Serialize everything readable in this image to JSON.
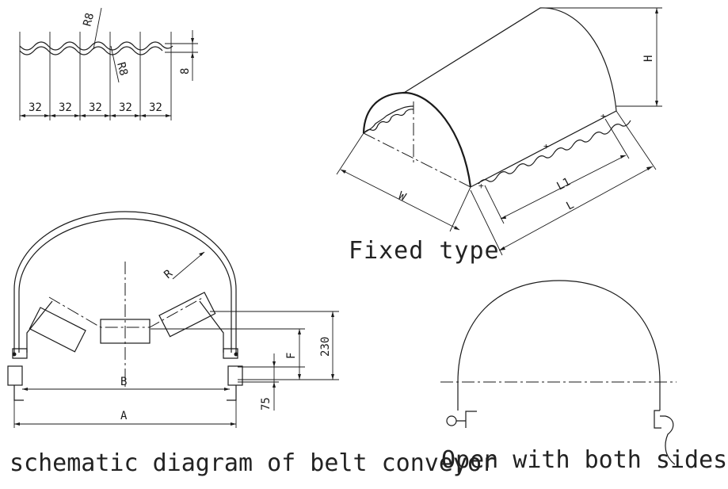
{
  "corrugation_detail": {
    "pitch_labels": [
      "32",
      "32",
      "32",
      "32",
      "32"
    ],
    "radius_top": "R8",
    "radius_bottom": "R8",
    "depth": "8"
  },
  "fixed_type": {
    "caption": "Fixed type",
    "dim_h": "H",
    "dim_w": "W",
    "dim_l1": "L1",
    "dim_l": "L"
  },
  "conveyor": {
    "caption": "schematic diagram of belt conveyor",
    "dim_r": "R",
    "dim_b": "B",
    "dim_a": "A",
    "dim_f": "F",
    "dim_230": "230",
    "dim_75": "75"
  },
  "open_sides": {
    "caption": "Open with both sides"
  }
}
